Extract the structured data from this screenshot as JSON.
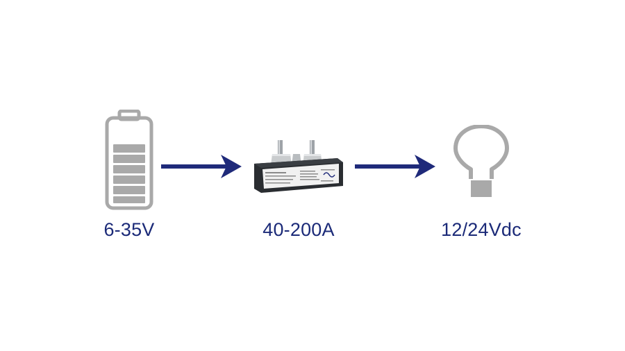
{
  "colors": {
    "background": "#ffffff",
    "icon_gray": "#a9a9a9",
    "arrow_navy": "#1f2a7a",
    "label_navy": "#1b2a78",
    "device_body": "#2a2d31"
  },
  "nodes": [
    {
      "id": "battery",
      "icon": "battery-icon",
      "label": "6-35V"
    },
    {
      "id": "device",
      "icon": "battery-protect-device",
      "label": "40-200A"
    },
    {
      "id": "lamp",
      "icon": "light-bulb-icon",
      "label": "12/24Vdc"
    }
  ],
  "edges": [
    {
      "from": "battery",
      "to": "device"
    },
    {
      "from": "device",
      "to": "lamp"
    }
  ]
}
